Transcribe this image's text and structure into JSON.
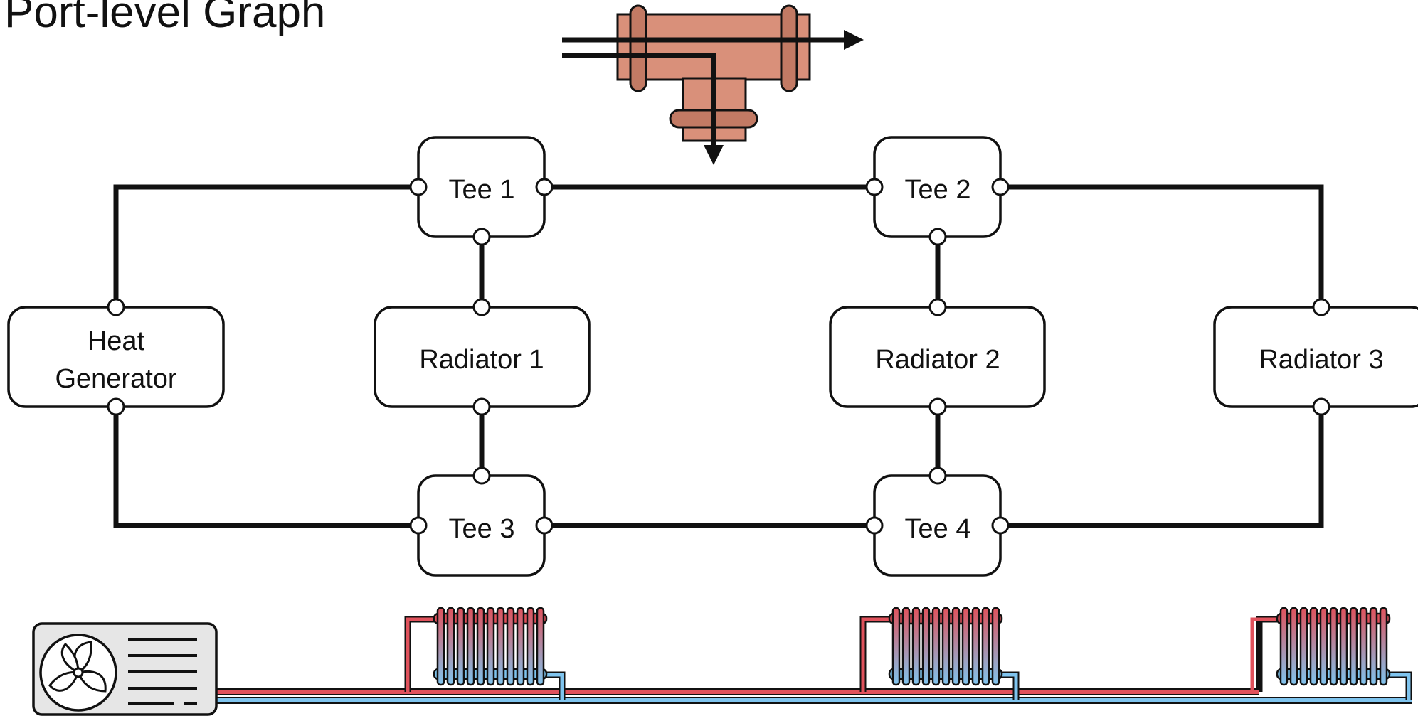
{
  "title": "Port-level Graph",
  "colors": {
    "pipe_hot": "#e0525c",
    "pipe_cold": "#7fc4ee",
    "copper": "#d9907a",
    "copper_dark": "#c27a64",
    "stroke": "#111111"
  },
  "nodes": {
    "tee1": "Tee 1",
    "tee2": "Tee 2",
    "tee3": "Tee 3",
    "tee4": "Tee 4",
    "heat_generator": [
      "Heat",
      "Generator"
    ],
    "radiator1": "Radiator 1",
    "radiator2": "Radiator 2",
    "radiator3": "Radiator 3"
  },
  "edges": [
    [
      "heat_generator",
      "tee1"
    ],
    [
      "tee1",
      "tee2"
    ],
    [
      "tee2",
      "radiator3"
    ],
    [
      "tee1",
      "radiator1"
    ],
    [
      "tee2",
      "radiator2"
    ],
    [
      "radiator1",
      "tee3"
    ],
    [
      "radiator2",
      "tee4"
    ],
    [
      "heat_generator",
      "tee3"
    ],
    [
      "tee3",
      "tee4"
    ],
    [
      "tee4",
      "radiator3"
    ]
  ],
  "icons": {
    "tee_fitting": "tee-fitting-icon",
    "heat_pump": "heat-pump-icon",
    "radiator": "radiator-icon",
    "fan": "fan-icon"
  }
}
